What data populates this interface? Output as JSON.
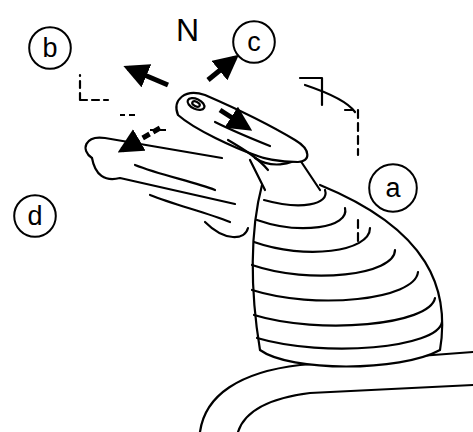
{
  "diagram": {
    "nodes": [
      {
        "text": [
          "b"
        ]
      },
      {
        "text": [
          "c"
        ]
      },
      {
        "text": [
          "a"
        ]
      },
      {
        "text": [
          "d"
        ]
      }
    ],
    "labels": [
      "N"
    ]
  }
}
